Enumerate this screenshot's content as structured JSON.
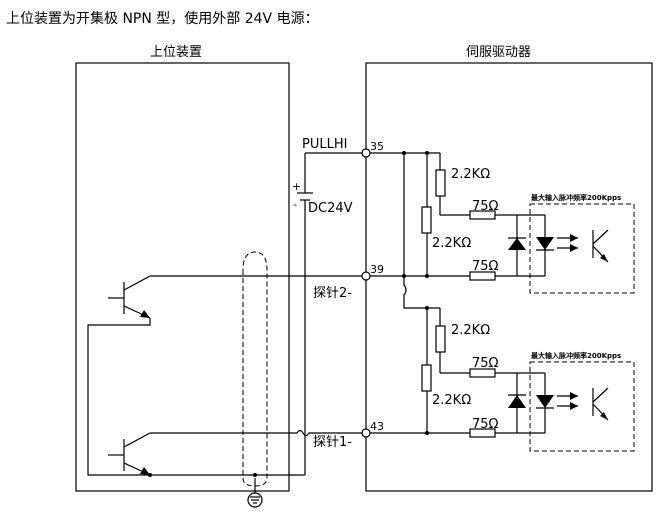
{
  "heading": "上位装置为开集极 NPN 型，使用外部 24V 电源：",
  "boxes": {
    "host": "上位装置",
    "driver": "伺服驱动器"
  },
  "terminals": {
    "pullhi": "PULLHI",
    "pin35": "35",
    "pin39": "39",
    "pin43": "43"
  },
  "supply": {
    "label": "DC24V",
    "plus": "+",
    "minus": "-"
  },
  "probes": {
    "probe2": "探针2-",
    "probe1": "探针1-"
  },
  "components": {
    "r_pull_upper": "2.2KΩ",
    "r_shunt_upper": "2.2KΩ",
    "r_series_upper_top": "75Ω",
    "r_series_upper_bottom": "75Ω",
    "r_pull_lower": "2.2KΩ",
    "r_shunt_lower": "2.2KΩ",
    "r_series_lower_top": "75Ω",
    "r_series_lower_bottom": "75Ω"
  },
  "freq_notes": {
    "upper": "最大输入脉冲频率200Kpps",
    "lower": "最大输入脉冲频率200Kpps"
  }
}
